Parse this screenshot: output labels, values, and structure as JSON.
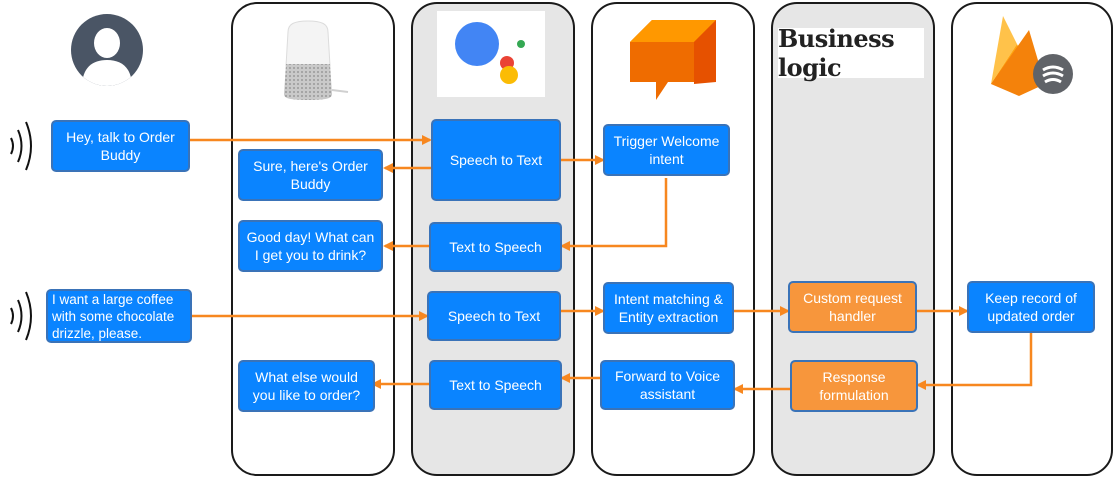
{
  "lanes": [
    "User",
    "Google Home",
    "Google Assistant",
    "Dialogflow",
    "Business logic",
    "Firebase"
  ],
  "business_logic_label": "Business logic",
  "icons": {
    "user": "user-avatar-icon",
    "home": "google-home-speaker-icon",
    "assistant": "google-assistant-icon",
    "dialogflow": "dialogflow-icon",
    "firebase": "firebase-icon",
    "speech": "sound-waves-icon"
  },
  "boxes": {
    "hey_talk": "Hey, talk to Order Buddy",
    "sure_heres": "Sure, here's Order Buddy",
    "good_day": "Good day! What can I get you to drink?",
    "i_want": "I want a large coffee with some chocolate drizzle, please.",
    "what_else": "What else would you like to order?",
    "stt1": "Speech to Text",
    "tts1": "Text to Speech",
    "stt2": "Speech to Text",
    "tts2": "Text to Speech",
    "trigger_welcome": "Trigger Welcome intent",
    "intent_matching": "Intent matching & Entity extraction",
    "forward_voice": "Forward to Voice assistant",
    "custom_request": "Custom request handler",
    "response_form": "Response formulation",
    "keep_record": "Keep record of updated order"
  },
  "colors": {
    "blue_box": "#0a84ff",
    "orange_box": "#f7963c",
    "arrow": "#f7871f",
    "grey_lane": "#e6e6e6"
  }
}
